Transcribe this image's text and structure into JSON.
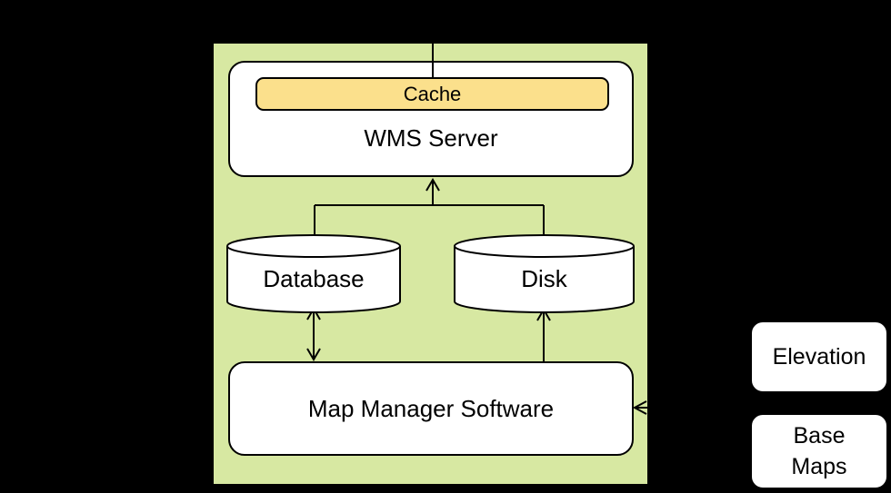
{
  "colors": {
    "background": "#000000",
    "panel_fill": "#D7E8A2",
    "cache_fill": "#FBE08C",
    "node_fill": "#FFFFFF",
    "stroke": "#000000",
    "text": "#000000"
  },
  "nodes": {
    "wms_server": {
      "label": "WMS Server"
    },
    "cache": {
      "label": "Cache"
    },
    "database": {
      "label": "Database"
    },
    "disk": {
      "label": "Disk"
    },
    "map_manager": {
      "label": "Map Manager Software"
    },
    "elevation": {
      "label": "Elevation"
    },
    "base_maps": {
      "label": "Base Maps",
      "lines": [
        "Base",
        "Maps"
      ]
    }
  },
  "edges": [
    {
      "from": "offscreen-top",
      "to": "Cache",
      "arrows": "none"
    },
    {
      "from": "Database",
      "to": "WMS Server",
      "arrows": "end"
    },
    {
      "from": "Disk",
      "to": "WMS Server",
      "arrows": "end"
    },
    {
      "from": "Map Manager Software",
      "to": "Database",
      "arrows": "both"
    },
    {
      "from": "Map Manager Software",
      "to": "Disk",
      "arrows": "end"
    },
    {
      "from": "offscreen-right",
      "to": "Map Manager Software",
      "arrows": "end"
    }
  ]
}
